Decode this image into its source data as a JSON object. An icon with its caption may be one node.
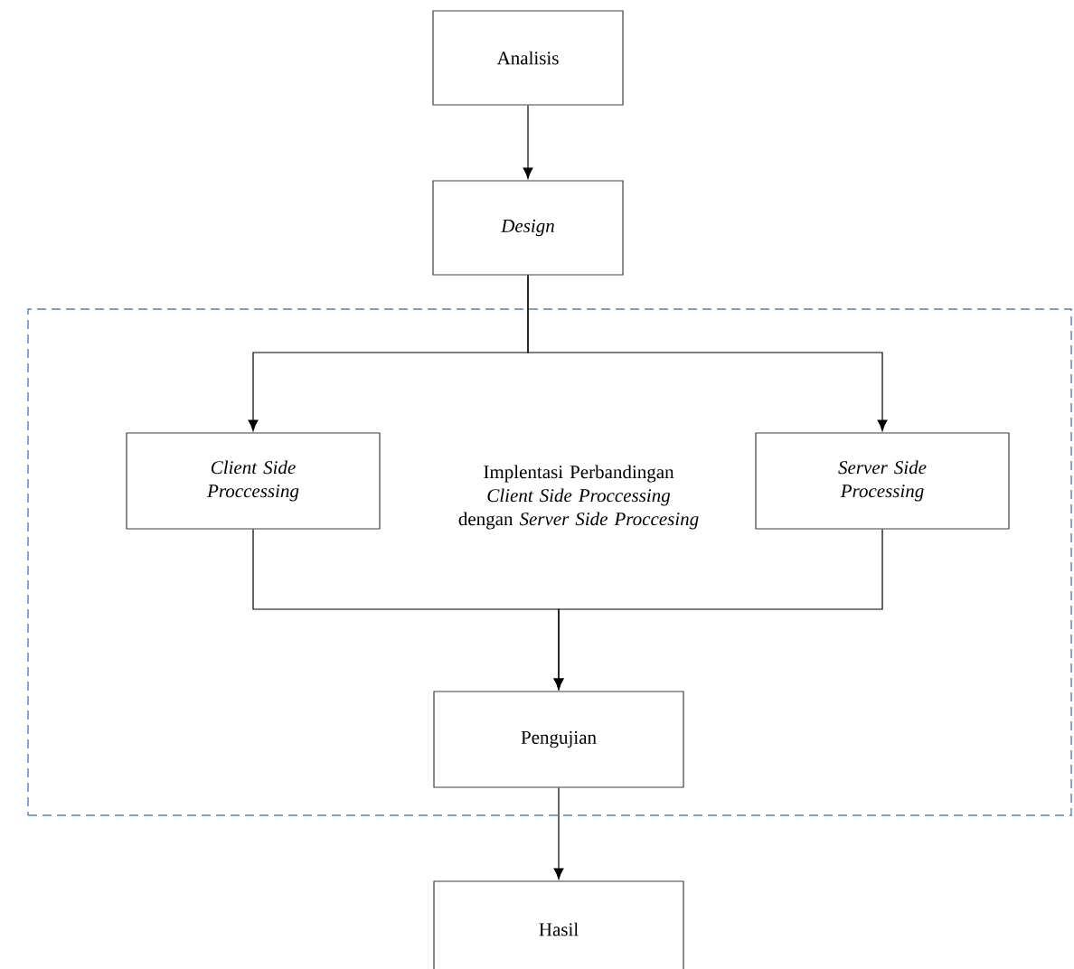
{
  "diagram": {
    "nodes": [
      {
        "text": [
          "Analisis"
        ]
      },
      {
        "text": [
          "Design"
        ]
      },
      {
        "text": [
          "Implentasi Perbandingan *Client Side Proccessing* dengan *Server Side Proccesing*"
        ]
      },
      {
        "text": [
          "Client Side Proccessing"
        ],
        "in": 2
      },
      {
        "text": [
          "Server Side Processing"
        ],
        "in": 2
      },
      {
        "text": [
          "Pengujian"
        ],
        "in": 2
      },
      {
        "text": [
          "Hasil"
        ]
      }
    ],
    "edges": [
      {
        "from": 0,
        "to": 1,
        "arrow": "to"
      },
      {
        "from": 1,
        "to": 3,
        "arrow": "to"
      },
      {
        "from": 1,
        "to": 4,
        "arrow": "to"
      },
      {
        "from": 3,
        "to": 5,
        "arrow": "to"
      },
      {
        "from": 4,
        "to": 5,
        "arrow": "to"
      },
      {
        "from": 5,
        "to": 6,
        "arrow": "to"
      }
    ]
  }
}
